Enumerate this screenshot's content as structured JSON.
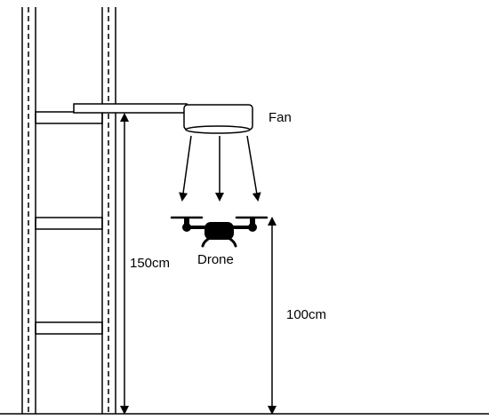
{
  "labels": {
    "fan": "Fan",
    "drone": "Drone",
    "height_fan": "150cm",
    "height_drone": "100cm"
  },
  "colors": {
    "stroke": "#000000",
    "background": "#ffffff"
  },
  "icons": {
    "fan": "fan-icon",
    "drone": "drone-icon",
    "airflow": "arrow-down-icon"
  }
}
